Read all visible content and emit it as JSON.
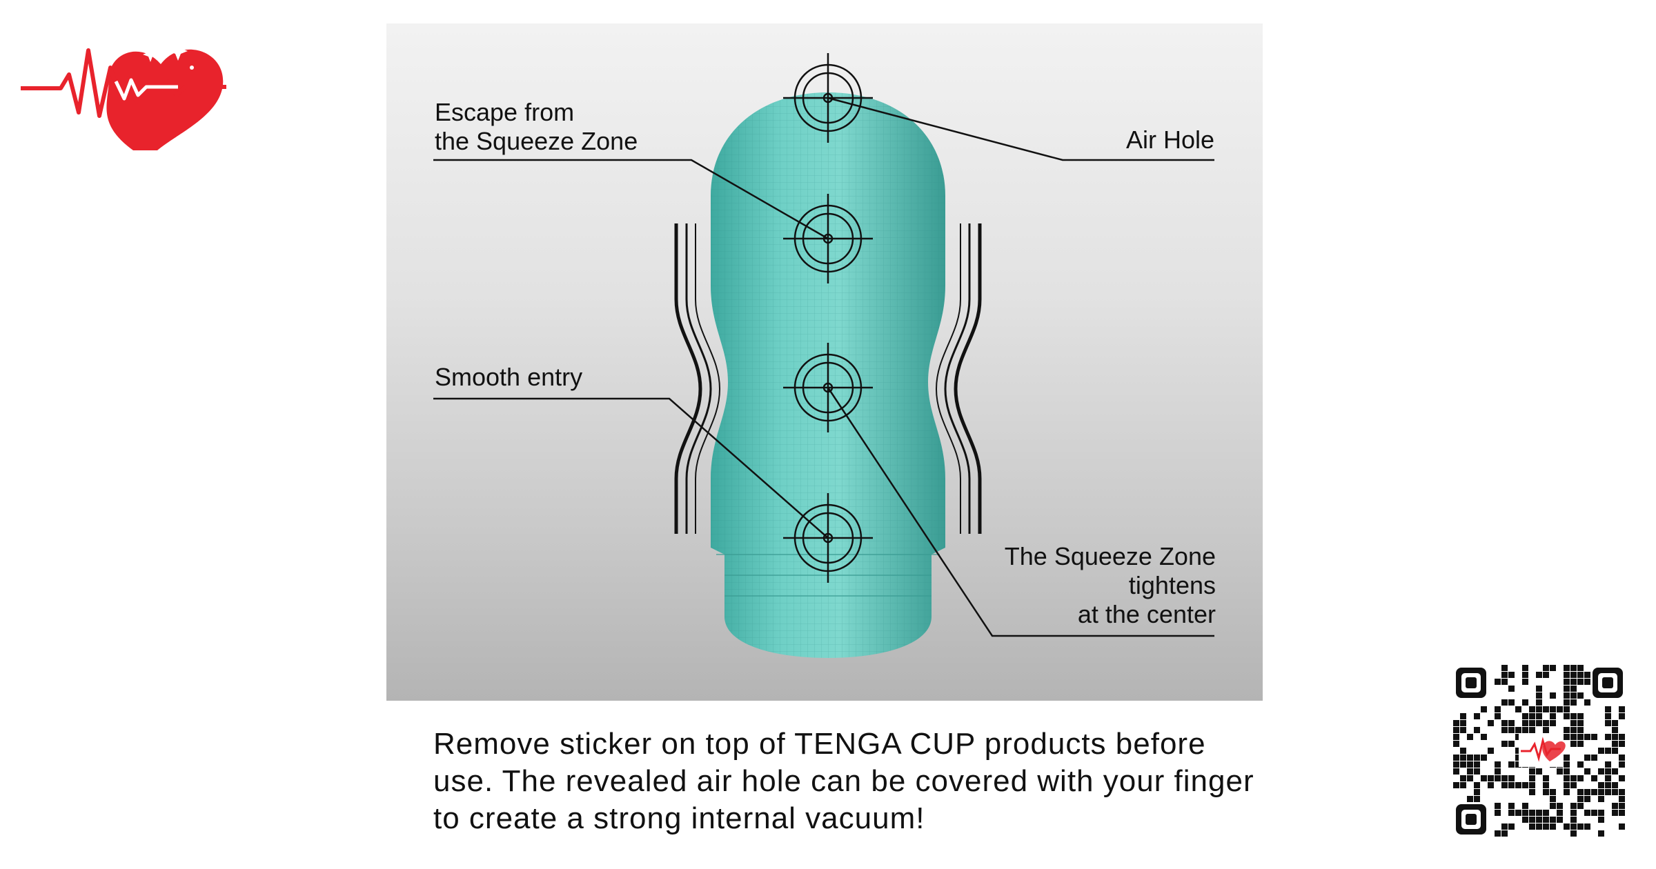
{
  "diagram": {
    "labels": {
      "escape": "Escape from\nthe Squeeze Zone",
      "air_hole": "Air Hole",
      "smooth_entry": "Smooth entry",
      "squeeze": "The Squeeze Zone\ntightens\nat the center"
    }
  },
  "caption": "Remove sticker on top of TENGA CUP products before use. The revealed air hole can be covered with your finger to create a strong internal vacuum!",
  "colors": {
    "cup_teal": "#5cc6bc",
    "logo_red": "#e8232c",
    "line": "#111111"
  },
  "icons": {
    "logo": "heart-heartbeat-icon",
    "qr": "qr-code-icon"
  }
}
